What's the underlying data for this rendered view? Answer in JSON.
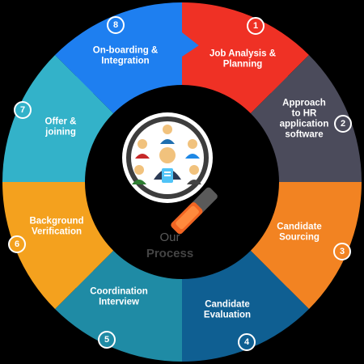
{
  "center": {
    "line1": "Our",
    "line2": "Process"
  },
  "steps": [
    {
      "number": "1",
      "label": [
        "Job Analysis &",
        "Planning"
      ],
      "color": "#ef3125"
    },
    {
      "number": "2",
      "label": [
        "Approach",
        "to HR",
        "application",
        "software"
      ],
      "color": "#4b4b5b"
    },
    {
      "number": "3",
      "label": [
        "Candidate",
        "Sourcing"
      ],
      "color": "#f28322"
    },
    {
      "number": "4",
      "label": [
        "Candidate",
        "Evaluation"
      ],
      "color": "#0f5f92"
    },
    {
      "number": "5",
      "label": [
        "Coordination",
        "Interview"
      ],
      "color": "#1f8ba5"
    },
    {
      "number": "6",
      "label": [
        "Background",
        "Verification"
      ],
      "color": "#f4a11e"
    },
    {
      "number": "7",
      "label": [
        "Offer &",
        "joining"
      ],
      "color": "#33b2c9"
    },
    {
      "number": "8",
      "label": [
        "On-boarding &",
        "Integration"
      ],
      "color": "#1e7ff0"
    }
  ],
  "colors": {
    "background": "#000000",
    "center_fill": "#000000",
    "center_text_light": "#5a5a5a",
    "center_text_dark": "#444444",
    "badge_border": "#ffffff"
  },
  "icons": {
    "center": "magnifier-with-team-icon"
  }
}
